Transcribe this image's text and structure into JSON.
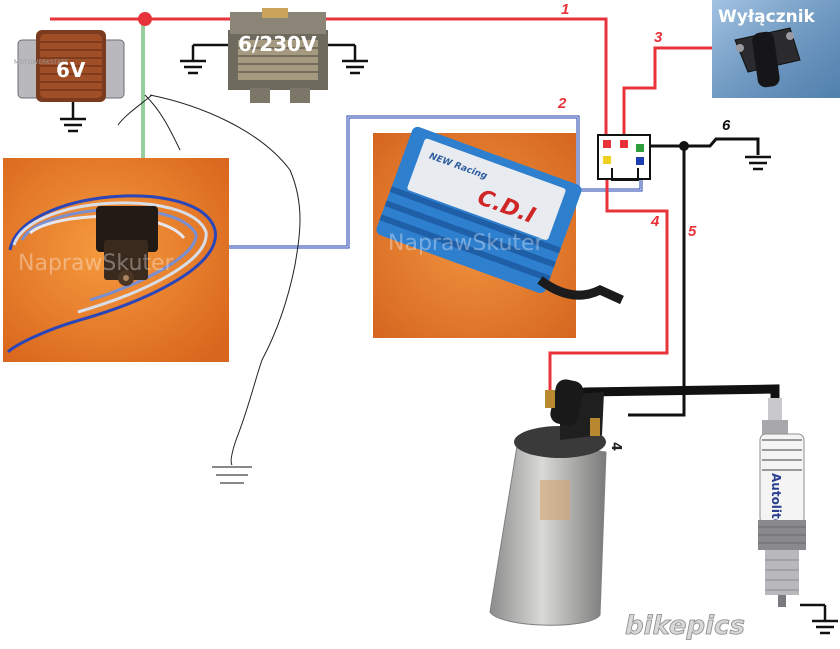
{
  "components": {
    "generator_coil": {
      "label": "6V",
      "watermark": "MOTOWERKSTATT"
    },
    "transformer": {
      "label": "6/230V"
    },
    "switch": {
      "label": "Wyłącznik"
    },
    "pickup": {
      "watermark": "NaprawSkuter"
    },
    "cdi": {
      "brand_line": "NEW Racing",
      "brand_name": "C.D.I",
      "watermark": "NaprawSkuter"
    },
    "ignition_coil": {
      "label": "4"
    },
    "spark_plug": {
      "brand": "Autolite"
    },
    "footer_watermark": "bikepics"
  },
  "wires": [
    {
      "id": "1",
      "label": "1",
      "color": "#e8333a"
    },
    {
      "id": "2",
      "label": "2",
      "color": "#e8333a"
    },
    {
      "id": "3",
      "label": "3",
      "color": "#e8333a"
    },
    {
      "id": "4",
      "label": "4",
      "color": "#e8333a"
    },
    {
      "id": "5",
      "label": "5",
      "color": "#e8333a"
    },
    {
      "id": "6",
      "label": "6",
      "color": "#111111"
    }
  ],
  "colors": {
    "red_wire": "#e8333a",
    "blue_wire": "#1e3fb0",
    "black_wire": "#111111",
    "green_wire": "#2e9e3a"
  }
}
